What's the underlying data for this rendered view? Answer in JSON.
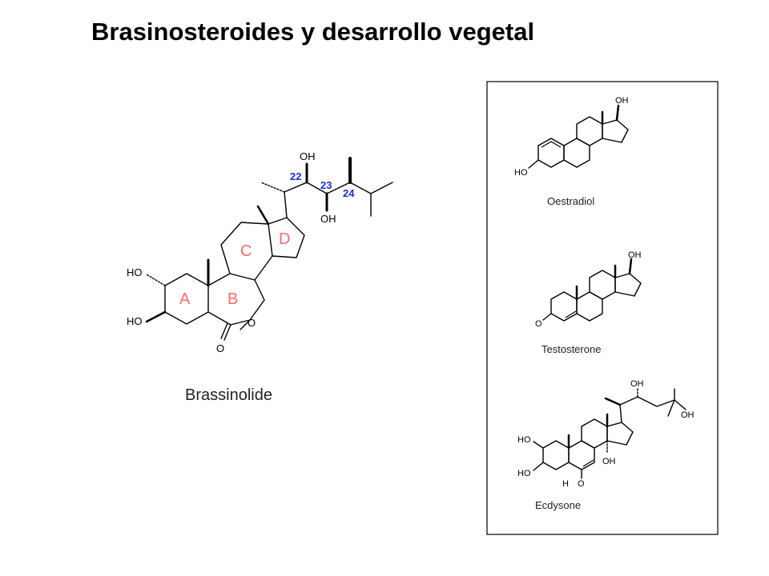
{
  "title": "Brasinosteroides y desarrollo vegetal",
  "brassinolide": {
    "name": "Brassinolide",
    "rings": [
      "A",
      "B",
      "C",
      "D"
    ],
    "carbons": [
      "22",
      "23",
      "24"
    ],
    "atoms": {
      "ho_top": "HO",
      "ho_bottom": "HO",
      "oh_22": "OH",
      "oh_23": "OH",
      "o_ring": "O",
      "o_keto": "O"
    }
  },
  "panel": {
    "oestradiol": {
      "name": "Oestradiol",
      "atoms": {
        "oh": "OH",
        "ho": "HO"
      }
    },
    "testosterone": {
      "name": "Testosterone",
      "atoms": {
        "oh": "OH",
        "o": "O"
      }
    },
    "ecdysone": {
      "name": "Ecdysone",
      "atoms": {
        "oh_22": "OH",
        "oh_25": "OH",
        "oh_14": "OH",
        "ho_2": "HO",
        "ho_3": "HO",
        "h": "H",
        "o": "O"
      }
    }
  }
}
